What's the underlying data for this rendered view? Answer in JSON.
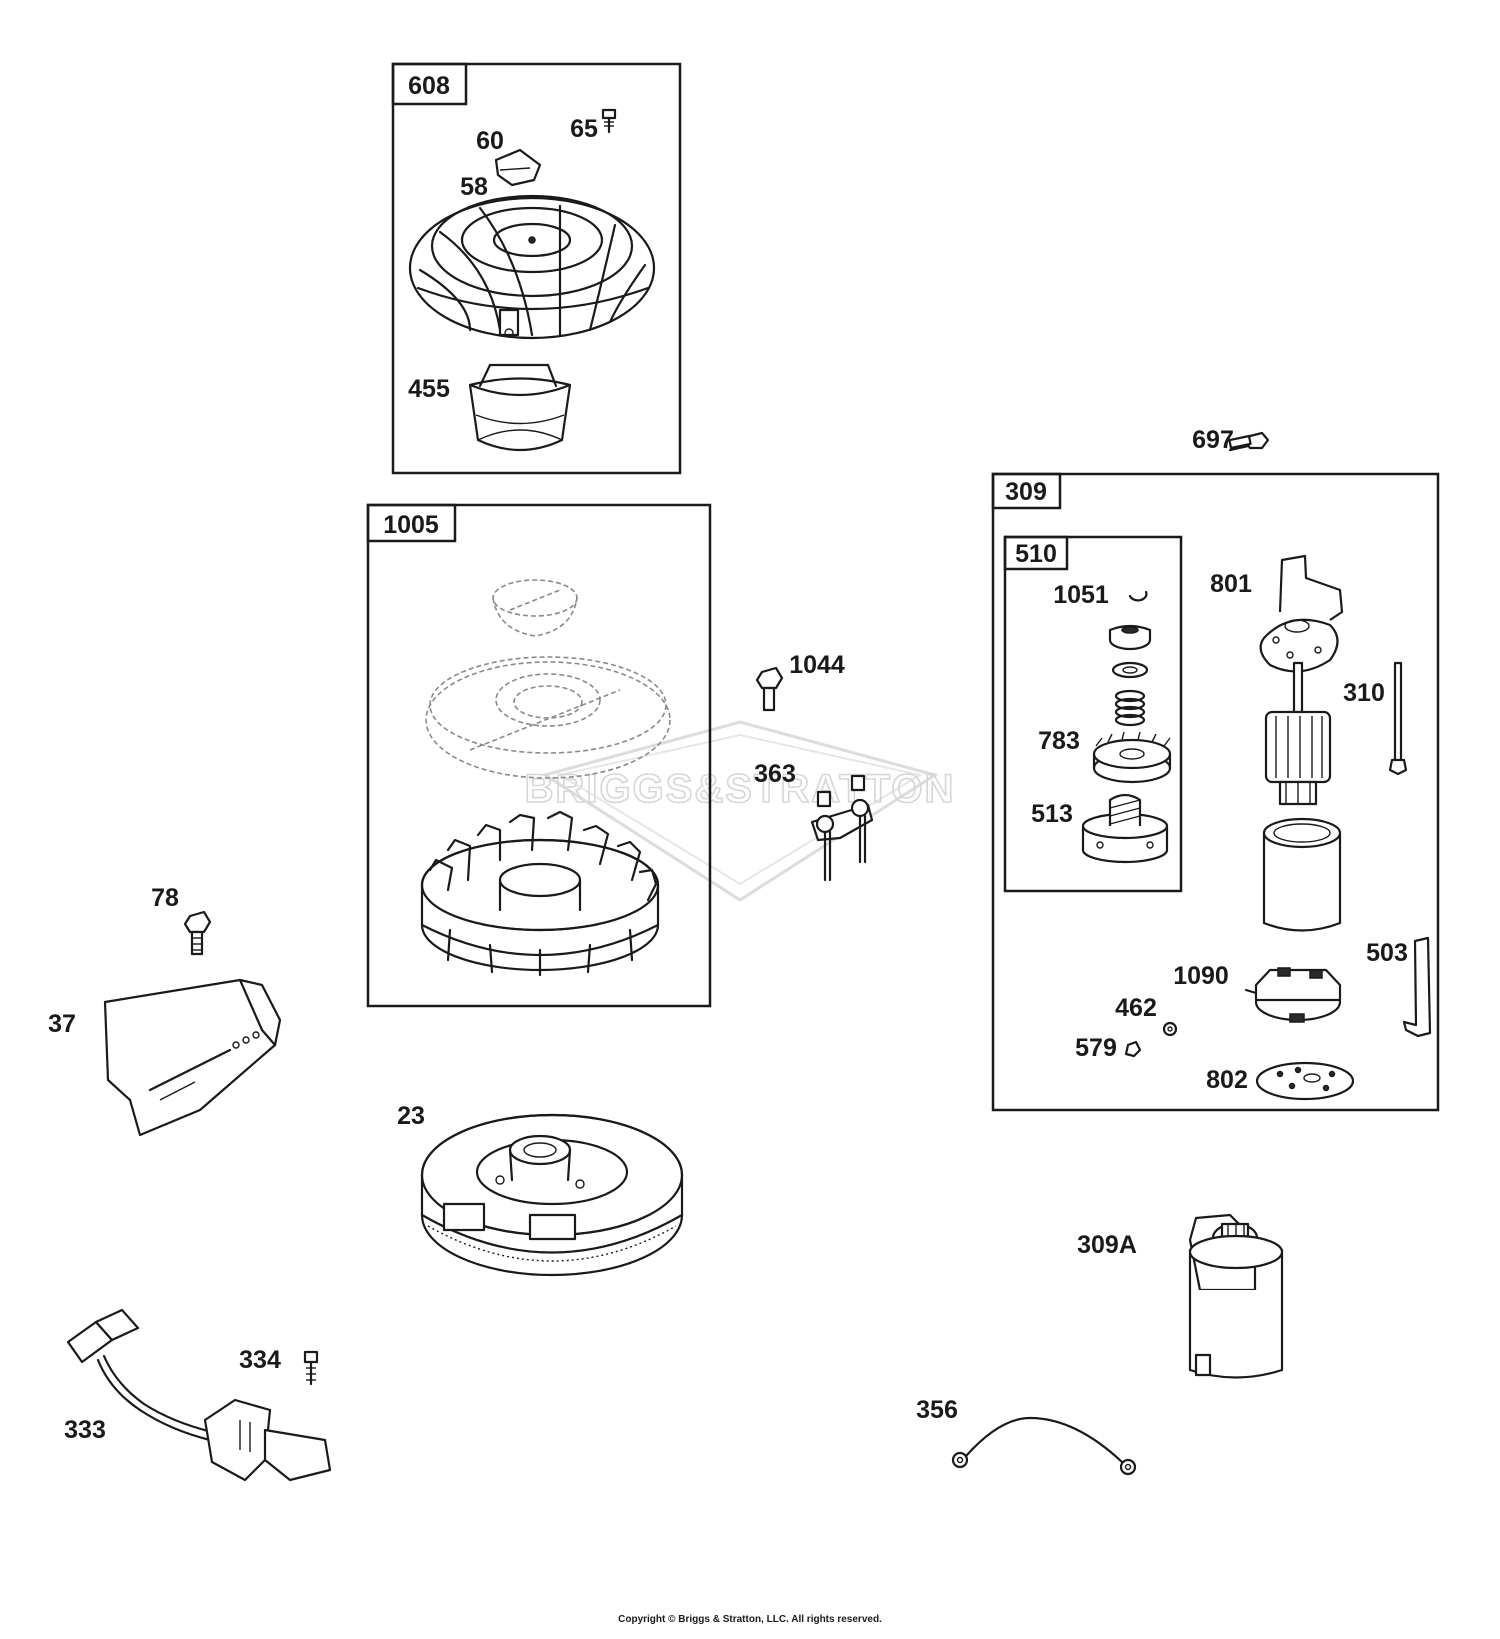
{
  "diagram": {
    "watermark": "BRIGGS&STRATTON",
    "boxes": {
      "b608": "608",
      "b1005": "1005",
      "b309": "309",
      "b510": "510"
    },
    "callouts": {
      "p65": "65",
      "p60": "60",
      "p58": "58",
      "p455": "455",
      "p697": "697",
      "p1051": "1051",
      "p801": "801",
      "p1044": "1044",
      "p310": "310",
      "p783": "783",
      "p363": "363",
      "p513": "513",
      "p78": "78",
      "p503": "503",
      "p1090": "1090",
      "p462": "462",
      "p37": "37",
      "p579": "579",
      "p802": "802",
      "p23": "23",
      "p309A": "309A",
      "p334": "334",
      "p356": "356",
      "p333": "333"
    }
  },
  "footer": {
    "copyright": "Copyright © Briggs & Stratton, LLC. All rights reserved."
  }
}
